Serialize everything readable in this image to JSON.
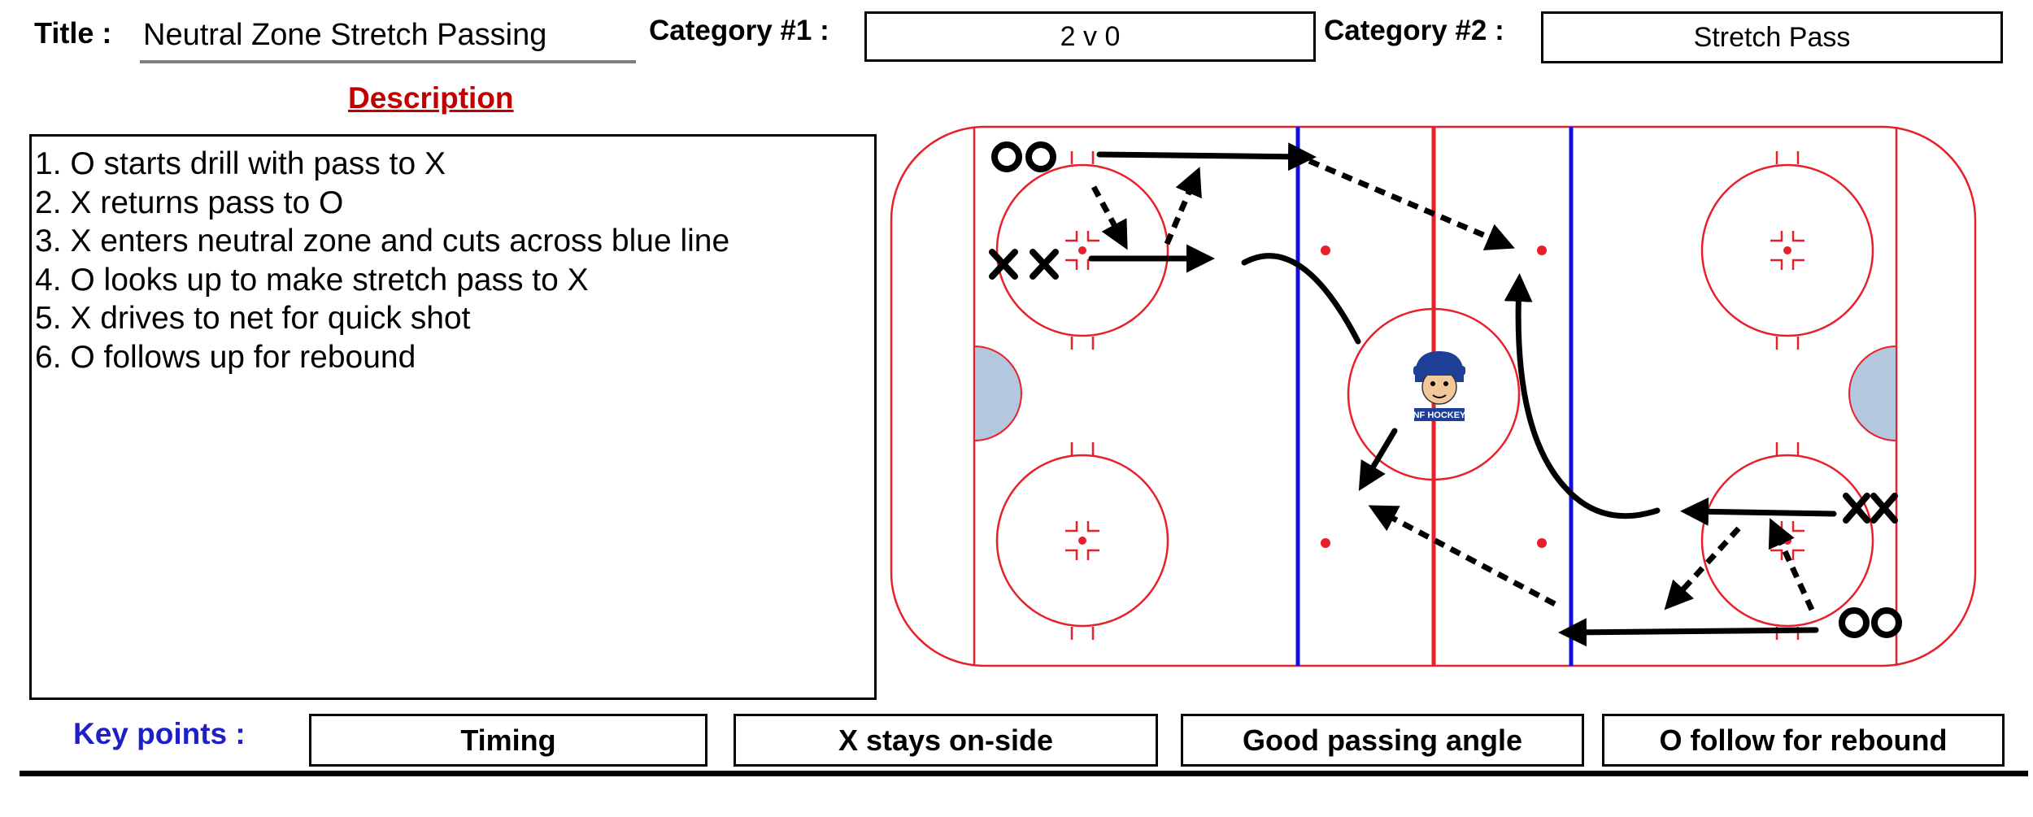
{
  "header": {
    "title_label": "Title :",
    "title_value": "Neutral Zone Stretch Passing",
    "category1_label": "Category #1 :",
    "category1_value": "2 v 0",
    "category2_label": "Category #2 :",
    "category2_value": "Stretch Pass"
  },
  "description": {
    "heading": "Description",
    "steps": [
      "1.  O starts drill with pass to X",
      "2.  X returns pass to O",
      "3.  X enters neutral zone and cuts across blue line",
      "4.  O looks up to make stretch pass to X",
      "5.  X drives to net for quick shot",
      "6.  O follows up for rebound"
    ]
  },
  "diagram": {
    "logo_text": "NF HOCKEY",
    "player_symbols": {
      "offense": "O",
      "forward": "X"
    },
    "colors": {
      "boards": "#e8202a",
      "red_line": "#e8202a",
      "blue_line": "#1010e0",
      "crease": "#b3c7de",
      "arrows": "#000000"
    }
  },
  "key_points": {
    "label": "Key points :",
    "items": [
      "Timing",
      "X stays on-side",
      "Good passing angle",
      "O follow for rebound"
    ]
  }
}
